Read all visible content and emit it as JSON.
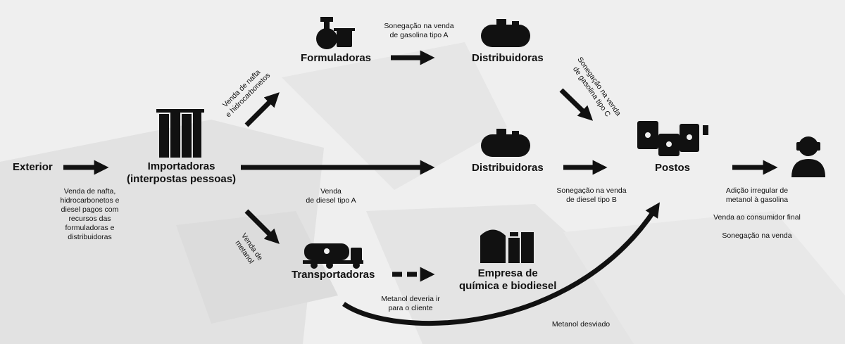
{
  "nodes": {
    "exterior": "Exterior",
    "importadoras": "Importadoras\n(interpostas pessoas)",
    "formuladoras": "Formuladoras",
    "distribuidoras_top": "Distribuidoras",
    "distribuidoras_mid": "Distribuidoras",
    "postos": "Postos",
    "transportadoras": "Transportadoras",
    "empresa": "Empresa de\nquímica e biodiesel"
  },
  "labels": {
    "venda_nafta_exterior": "Venda de nafta,\nhidrocarbonetos e\ndiesel pagos com\nrecursos das\nformuladoras e\ndistribuidoras",
    "venda_nafta_rot": "Venda de nafta\ne hidrocarbonetos",
    "sonegacao_a": "Sonegação na venda\nde gasolina tipo A",
    "sonegacao_c": "Sonegação na venda\nde gasolina tipo C",
    "venda_diesel_a": "Venda\nde diesel tipo A",
    "sonegacao_b": "Sonegação na venda\nde diesel tipo B",
    "venda_metanol_rot": "Venda de\nmetanol",
    "metanol_deveria": "Metanol deveria ir\npara o cliente",
    "metanol_desviado": "Metanol desviado",
    "adicao": "Adição irregular de\nmetanol à gasolina",
    "venda_consumidor": "Venda ao consumidor final",
    "sonegacao_venda": "Sonegação na venda"
  },
  "icons": {
    "formuladoras": "lab-flask-icon",
    "distribuidoras": "fuel-tank-icon",
    "importadoras": "storage-tanks-icon",
    "postos": "fuel-pumps-icon",
    "transportadoras": "tanker-truck-icon",
    "empresa": "chemical-plant-icon",
    "consumidor": "person-icon"
  },
  "colors": {
    "ink": "#111111",
    "background": "#efefef"
  }
}
